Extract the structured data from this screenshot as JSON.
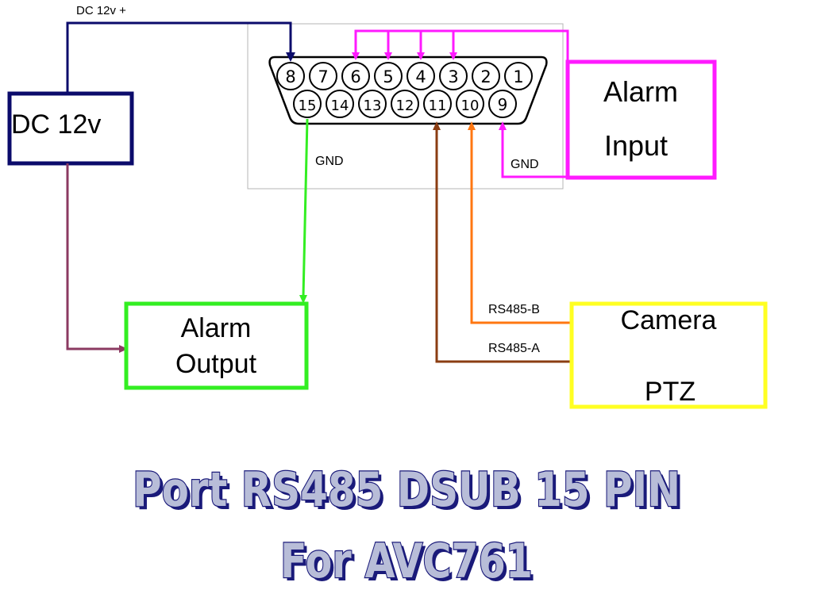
{
  "diagram": {
    "colors": {
      "dc": "#0b0b6b",
      "alarm_input": "#ff1aff",
      "alarm_output": "#33ee22",
      "camera": "#ffff22",
      "rs485_b": "#ff7711",
      "rs485_a": "#8b3d12",
      "power_to_output": "#8b3a62"
    },
    "labels": {
      "dc_plus": "DC 12v +",
      "gnd_left": "GND",
      "gnd_right": "GND",
      "rs485_b": "RS485-B",
      "rs485_a": "RS485-A"
    },
    "boxes": {
      "dc12v": "DC 12v",
      "alarm_input_line1": "Alarm",
      "alarm_input_line2": "Input",
      "alarm_output_line1": "Alarm",
      "alarm_output_line2": "Output",
      "camera_line1": "Camera",
      "camera_line2": "PTZ"
    },
    "connector": {
      "top_row": [
        "8",
        "7",
        "6",
        "5",
        "4",
        "3",
        "2",
        "1"
      ],
      "bottom_row": [
        "15",
        "14",
        "13",
        "12",
        "11",
        "10",
        "9"
      ]
    }
  },
  "title": {
    "line1": "Port RS485 DSUB 15 PIN",
    "line2": "For AVC761"
  }
}
